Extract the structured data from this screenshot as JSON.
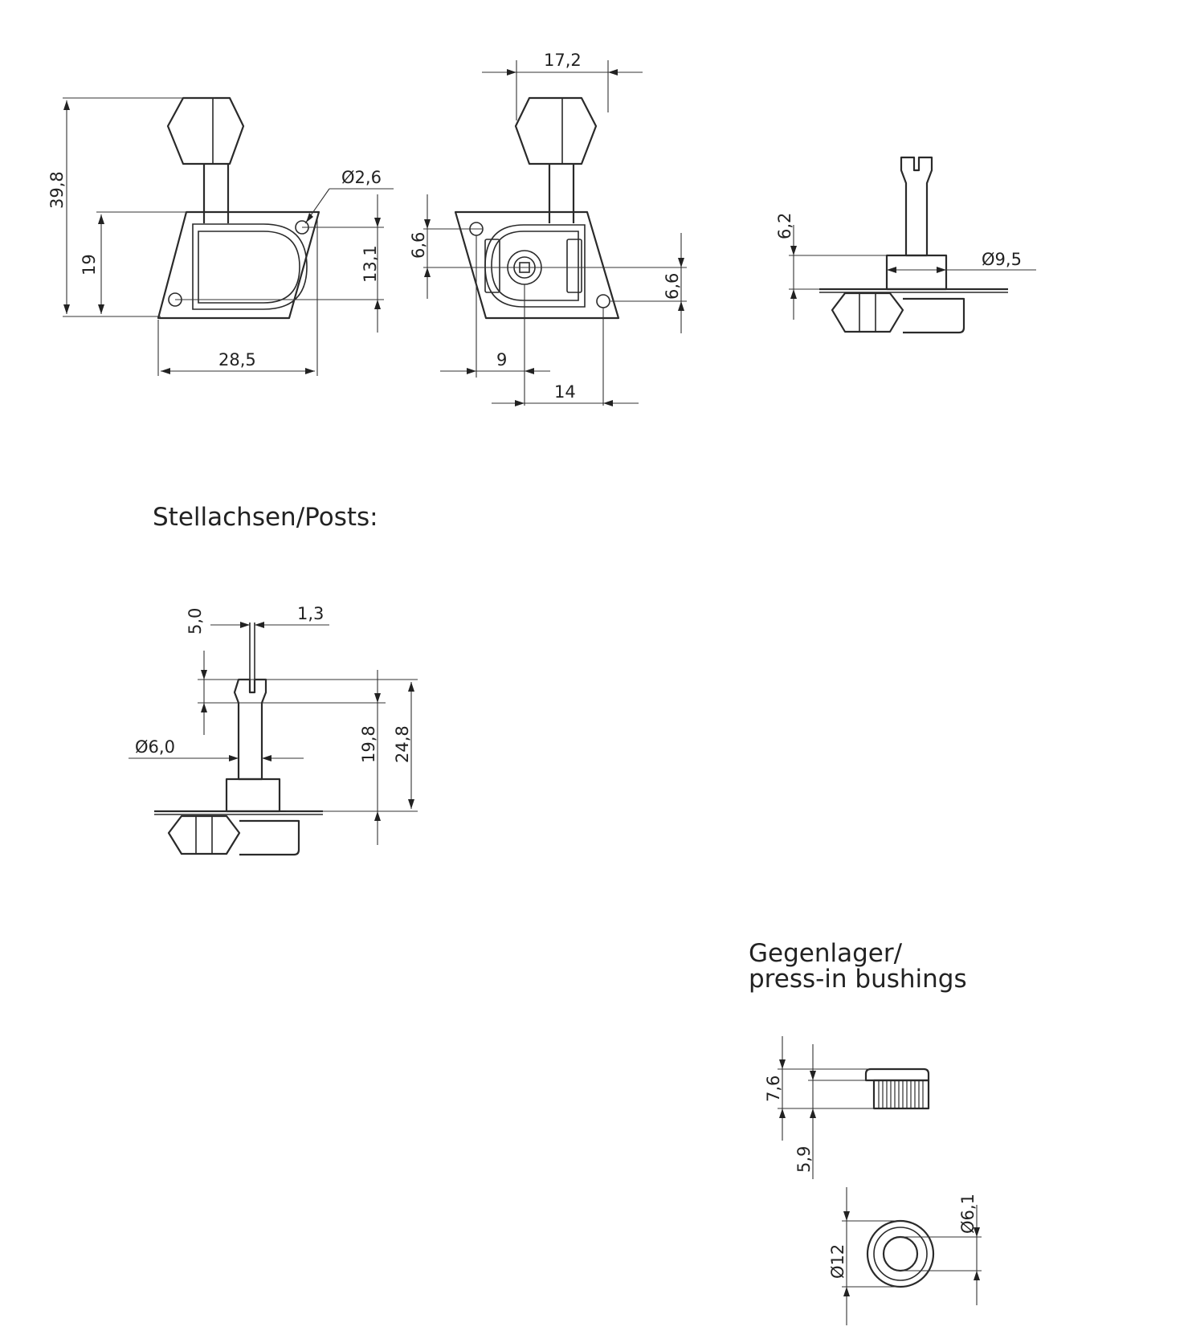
{
  "labels": {
    "posts": "Stellachsen/Posts:",
    "bushings_line1": "Gegenlager/",
    "bushings_line2": "press-in bushings"
  },
  "dimensions": {
    "total_height": "39,8",
    "plate_height": "19",
    "mount_hole_dia": "Ø2,6",
    "hole_spacing_vertical": "13,1",
    "plate_width": "28,5",
    "button_width": "17,2",
    "post_offset_top": "6,6",
    "post_offset_bottom": "6,6",
    "post_to_hole_x": "9",
    "post_to_hole_x2": "14",
    "post_height_side": "6,2",
    "bushing_dia": "Ø9,5",
    "slot_depth": "5,0",
    "slot_width": "1,3",
    "post_dia": "Ø6,0",
    "post_height": "19,8",
    "post_total_height": "24,8",
    "bushing_height": "7,6",
    "bushing_press_depth": "5,9",
    "bushing_outer_dia": "Ø12",
    "bushing_inner_dia": "Ø6,1"
  },
  "colors": {
    "line": "#2a2a2a",
    "background": "#ffffff"
  }
}
